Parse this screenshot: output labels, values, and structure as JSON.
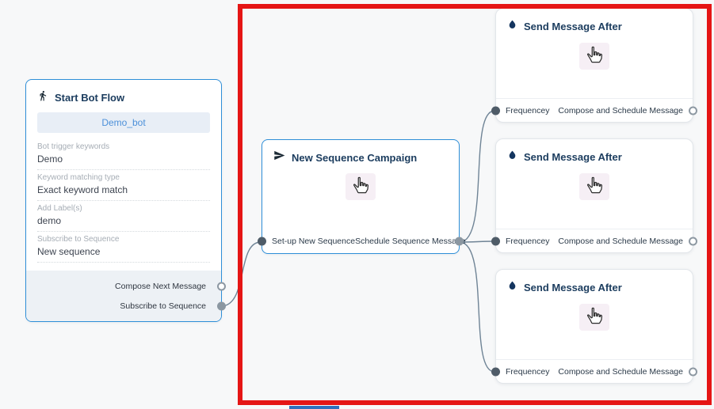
{
  "colors": {
    "node_accent_blue": "#2e8fd8",
    "highlight_red": "#e51515",
    "canvas_bg": "#f7f8f9",
    "connector_gray": "#6f8496"
  },
  "icons": {
    "start": "walking-person-icon",
    "sequence": "send-plane-icon",
    "message": "water-drop-icon",
    "body": "hand-cursor-icon"
  },
  "start_node": {
    "title": "Start Bot Flow",
    "bot_name": "Demo_bot",
    "fields": [
      {
        "label": "Bot trigger keywords",
        "value": "Demo"
      },
      {
        "label": "Keyword matching type",
        "value": "Exact keyword match"
      },
      {
        "label": "Add Label(s)",
        "value": "demo"
      },
      {
        "label": "Subscribe to Sequence",
        "value": "New sequence"
      }
    ],
    "outputs": [
      {
        "label": "Compose Next Message"
      },
      {
        "label": "Subscribe to Sequence"
      }
    ]
  },
  "sequence_node": {
    "title": "New Sequence Campaign",
    "left_port_label": "Set-up New Sequence",
    "right_port_label": "Schedule Sequence Message"
  },
  "message_nodes": [
    {
      "title": "Send Message After",
      "left_port_label": "Frequencey",
      "right_port_label": "Compose and Schedule Message"
    },
    {
      "title": "Send Message After",
      "left_port_label": "Frequencey",
      "right_port_label": "Compose and Schedule Message"
    },
    {
      "title": "Send Message After",
      "left_port_label": "Frequencey",
      "right_port_label": "Compose and Schedule Message"
    }
  ]
}
